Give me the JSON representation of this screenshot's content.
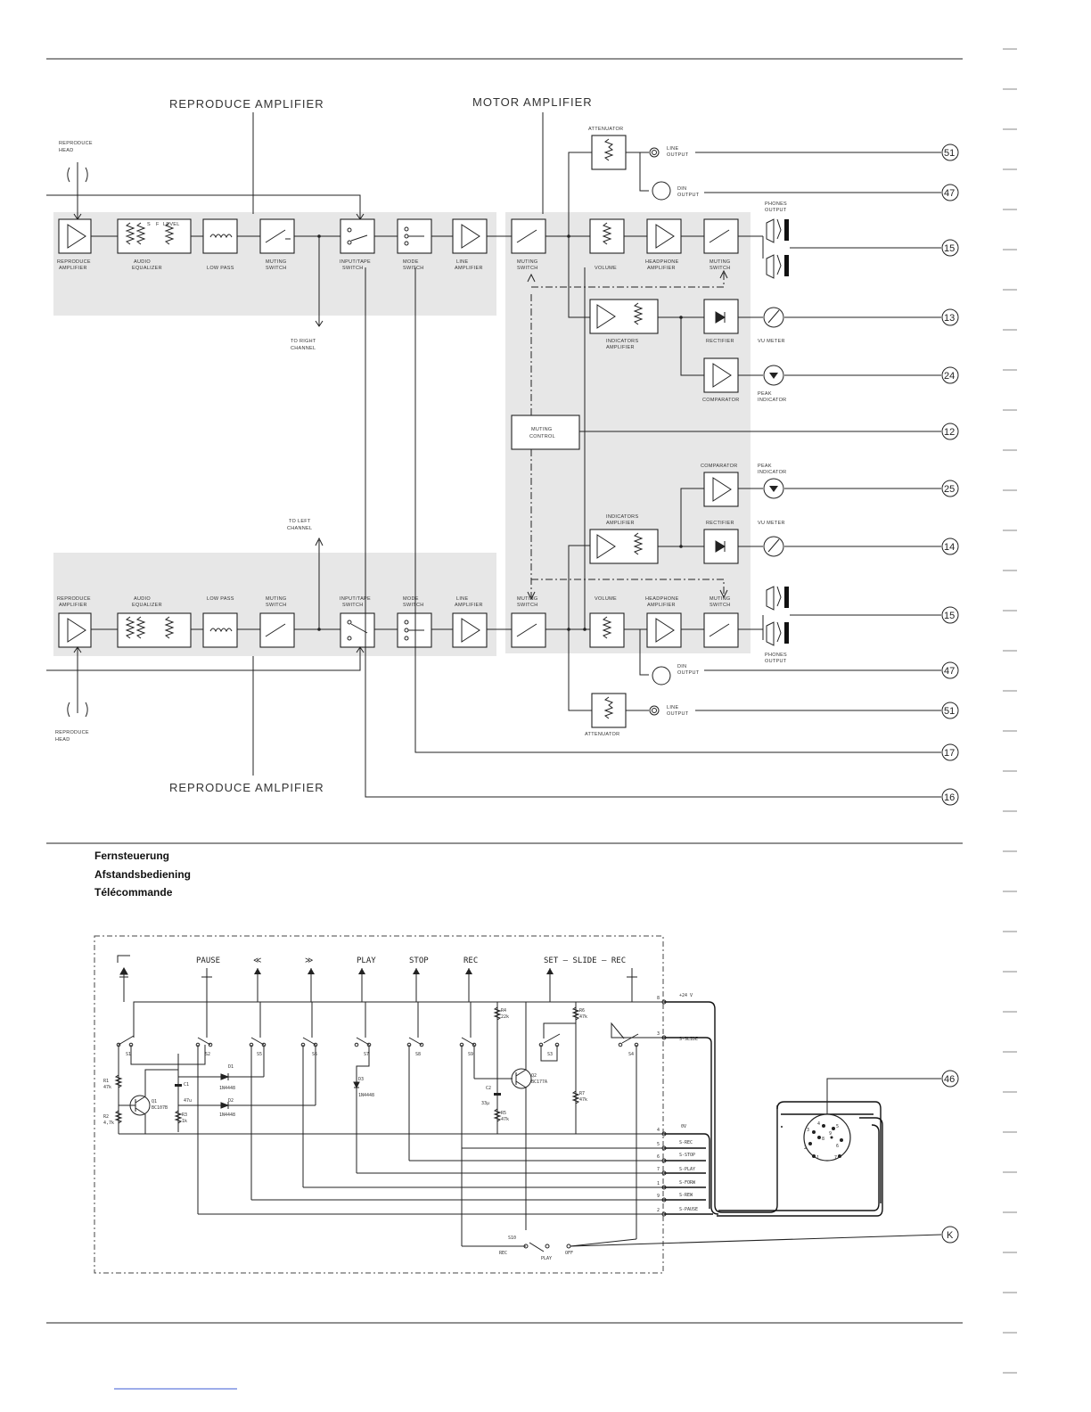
{
  "titles": {
    "reproduce_amp_top": "REPRODUCE AMPLIFIER",
    "motor_amp": "MOTOR AMPLIFIER",
    "reproduce_amp_bottom": "REPRODUCE AMLPIFIER"
  },
  "heads": {
    "top": "REPRODUCE\nHEAD",
    "bottom": "REPRODUCE\nHEAD"
  },
  "blocks": {
    "reproduce_amplifier": "REPRODUCE\nAMPLIFIER",
    "audio_equalizer": "AUDIO\nEQUALIZER",
    "low_pass": "LOW PASS",
    "muting_switch": "MUTING\nSWITCH",
    "input_tape_switch": "INPUT/TAPE\nSWITCH",
    "mode_switch": "MODE\nSWITCH",
    "line_amplifier": "LINE\nAMPLIFIER",
    "volume": "VOLUME",
    "headphone_amplifier": "HEADPHONE\nAMPLIFIER",
    "attenuator": "ATTENUATOR",
    "line_output": "LINE\nOUTPUT",
    "din_output": "DIN\nOUTPUT",
    "phones_output": "PHONES\nOUTPUT",
    "indicators_amplifier": "INDICATORS\nAMPLIFIER",
    "rectifier": "RECTIFIER",
    "comparator": "COMPARATOR",
    "vu_meter": "VU METER",
    "peak_indicator": "PEAK\nINDICATOR",
    "muting_control": "MUTING\nCONTROL",
    "to_right_channel": "TO RIGHT\nCHANNEL",
    "to_left_channel": "TO LEFT\nCHANNEL",
    "eq_s": "S",
    "eq_f": "F",
    "eq_level": "LEVEL"
  },
  "connectors_top": [
    "51",
    "47",
    "15",
    "13",
    "24",
    "12",
    "25",
    "14",
    "15",
    "47",
    "51",
    "17",
    "16"
  ],
  "remote": {
    "heading_de": "Fernsteuerung",
    "heading_nl": "Afstandsbediening",
    "heading_fr": "Télécommande",
    "buttons": [
      "PAUSE",
      "≪",
      "≫",
      "PLAY",
      "STOP",
      "REC",
      "SET — SLIDE — REC"
    ],
    "switches": [
      "S1",
      "S2",
      "S5",
      "S6",
      "S7",
      "S8",
      "S9",
      "S3",
      "S4"
    ],
    "components": {
      "q1": "Q1\nBC107B",
      "q2": "Q2\nBC177A",
      "r1": "R1\n47k",
      "r2": "R2\n4,7k",
      "r3": "R3\n1k",
      "r4": "R4\n22k",
      "r5": "R5\n47k",
      "r6": "R6\n47k",
      "r7": "R7\n47k",
      "c1": "C1\n47u",
      "c2": "C2\n33u",
      "d1": "D1\n1N4448",
      "d2": "D2\n1N4448",
      "d3": "D3\n1N4448",
      "s10": "S10",
      "s10_rec": "REC",
      "s10_play": "PLAY",
      "s10_off": "OFF"
    },
    "pins": [
      {
        "pin": "8",
        "signal": "+24 V"
      },
      {
        "pin": "3",
        "signal": "S-SLIDE"
      },
      {
        "pin": "4",
        "signal": "0V"
      },
      {
        "pin": "5",
        "signal": "S-REC"
      },
      {
        "pin": "6",
        "signal": "S-STOP"
      },
      {
        "pin": "7",
        "signal": "S-PLAY"
      },
      {
        "pin": "1",
        "signal": "S-FORW"
      },
      {
        "pin": "9",
        "signal": "S-REW"
      },
      {
        "pin": "2",
        "signal": "S-PAUSE"
      }
    ],
    "connector_num": "46",
    "k_label": "K"
  }
}
